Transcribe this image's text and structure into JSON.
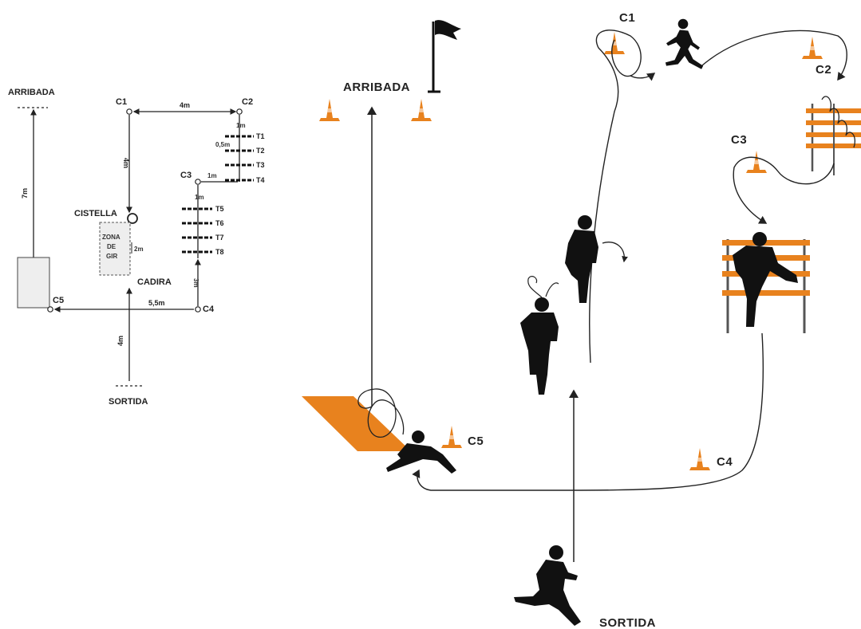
{
  "colors": {
    "orange": "#E8821E",
    "silhouette": "#111111",
    "line": "#222222",
    "zone_fill": "#eeeeee"
  },
  "plan": {
    "arribada": "ARRIBADA",
    "sortida": "SORTIDA",
    "c1": "C1",
    "c2": "C2",
    "c3": "C3",
    "c4": "C4",
    "c5": "C5",
    "cistella": "CISTELLA",
    "cadira": "CADIRA",
    "zona1": "ZONA",
    "zona2": "DE",
    "zona3": "GIR",
    "dim_c1_c2": "4m",
    "dim_c1_down": "4m",
    "dim_vertical_7m": "7m",
    "dim_t_top": "1m",
    "dim_t_spacing": "0,5m",
    "dim_c3_side": "1m",
    "dim_c3_down": "1m",
    "dim_zone": "2m",
    "dim_c4_up": "3m",
    "dim_c5_c4": "5,5m",
    "dim_sortida": "4m",
    "t1": "T1",
    "t2": "T2",
    "t3": "T3",
    "t4": "T4",
    "t5": "T5",
    "t6": "T6",
    "t7": "T7",
    "t8": "T8"
  },
  "illustration": {
    "arribada": "ARRIBADA",
    "sortida": "SORTIDA",
    "c1": "C1",
    "c2": "C2",
    "c3": "C3",
    "c4": "C4",
    "c5": "C5"
  },
  "icons": {
    "cone": "cone-icon",
    "flag": "flag-icon",
    "runner": "runner-icon",
    "hurdle": "hurdle-icon"
  }
}
